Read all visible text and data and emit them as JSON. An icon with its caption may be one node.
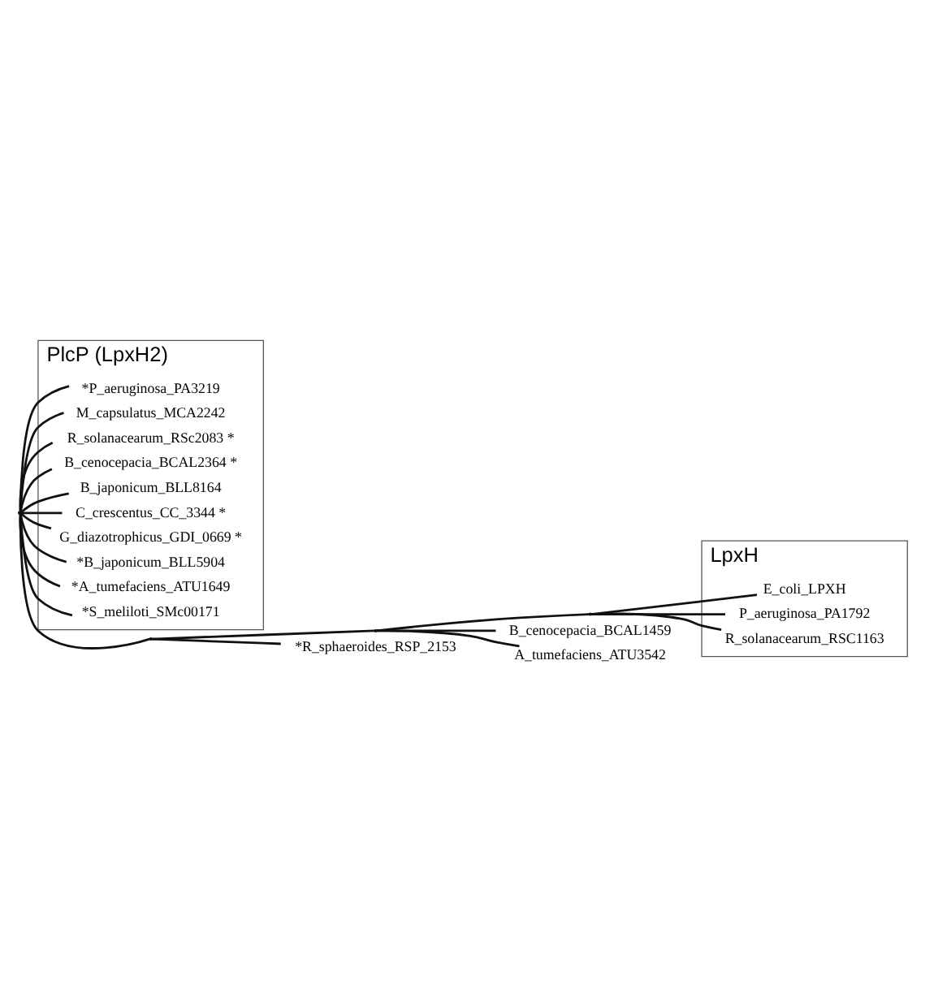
{
  "diagram": {
    "nodes": [
      {
        "text": [
          "PlcP (LpxH2)"
        ]
      },
      {
        "text": [
          "*P_aeruginosa_PA3219"
        ],
        "in": 0
      },
      {
        "text": [
          "M_capsulatus_MCA2242"
        ],
        "in": 0
      },
      {
        "text": [
          "R_solanacearum_RSc2083 *"
        ],
        "in": 0
      },
      {
        "text": [
          "B_cenocepacia_BCAL2364 *"
        ],
        "in": 0
      },
      {
        "text": [
          "B_japonicum_BLL8164"
        ],
        "in": 0
      },
      {
        "text": [
          "C_crescentus_CC_3344 *"
        ],
        "in": 0
      },
      {
        "text": [
          "G_diazotrophicus_GDI_0669 *"
        ],
        "in": 0
      },
      {
        "text": [
          "*B_japonicum_BLL5904"
        ],
        "in": 0
      },
      {
        "text": [
          "*A_tumefaciens_ATU1649"
        ],
        "in": 0
      },
      {
        "text": [
          "*S_meliloti_SMc00171"
        ],
        "in": 0
      },
      {
        "text": [],
        "shape": "point"
      },
      {
        "text": [],
        "shape": "point"
      },
      {
        "text": [],
        "shape": "point"
      },
      {
        "text": [],
        "shape": "point"
      },
      {
        "text": [
          "LpxH"
        ]
      },
      {
        "text": [
          "E_coli_LPXH"
        ],
        "in": 15
      },
      {
        "text": [
          "P_aeruginosa_PA1792"
        ],
        "in": 15
      },
      {
        "text": [
          "R_solanacearum_RSC1163"
        ],
        "in": 15
      },
      {
        "text": [
          "*R_sphaeroides_RSP_2153"
        ]
      },
      {
        "text": [
          "B_cenocepacia_BCAL1459"
        ]
      },
      {
        "text": [
          "A_tumefaciens_ATU3542"
        ]
      }
    ],
    "edges": [
      {
        "from": 11,
        "to": 1,
        "arrow": "none"
      },
      {
        "from": 11,
        "to": 2,
        "arrow": "none"
      },
      {
        "from": 11,
        "to": 3,
        "arrow": "none"
      },
      {
        "from": 11,
        "to": 4,
        "arrow": "none"
      },
      {
        "from": 11,
        "to": 5,
        "arrow": "none"
      },
      {
        "from": 11,
        "to": 6,
        "arrow": "none"
      },
      {
        "from": 11,
        "to": 7,
        "arrow": "none"
      },
      {
        "from": 11,
        "to": 8,
        "arrow": "none"
      },
      {
        "from": 11,
        "to": 9,
        "arrow": "none"
      },
      {
        "from": 11,
        "to": 10,
        "arrow": "none"
      },
      {
        "from": 11,
        "to": 12,
        "arrow": "none"
      },
      {
        "from": 12,
        "to": 19,
        "arrow": "none"
      },
      {
        "from": 12,
        "to": 13,
        "arrow": "none"
      },
      {
        "from": 13,
        "to": 20,
        "arrow": "none"
      },
      {
        "from": 13,
        "to": 21,
        "arrow": "none"
      },
      {
        "from": 13,
        "to": 14,
        "arrow": "none"
      },
      {
        "from": 14,
        "to": 16,
        "arrow": "none"
      },
      {
        "from": 14,
        "to": 17,
        "arrow": "none"
      },
      {
        "from": 14,
        "to": 18,
        "arrow": "none"
      }
    ]
  }
}
